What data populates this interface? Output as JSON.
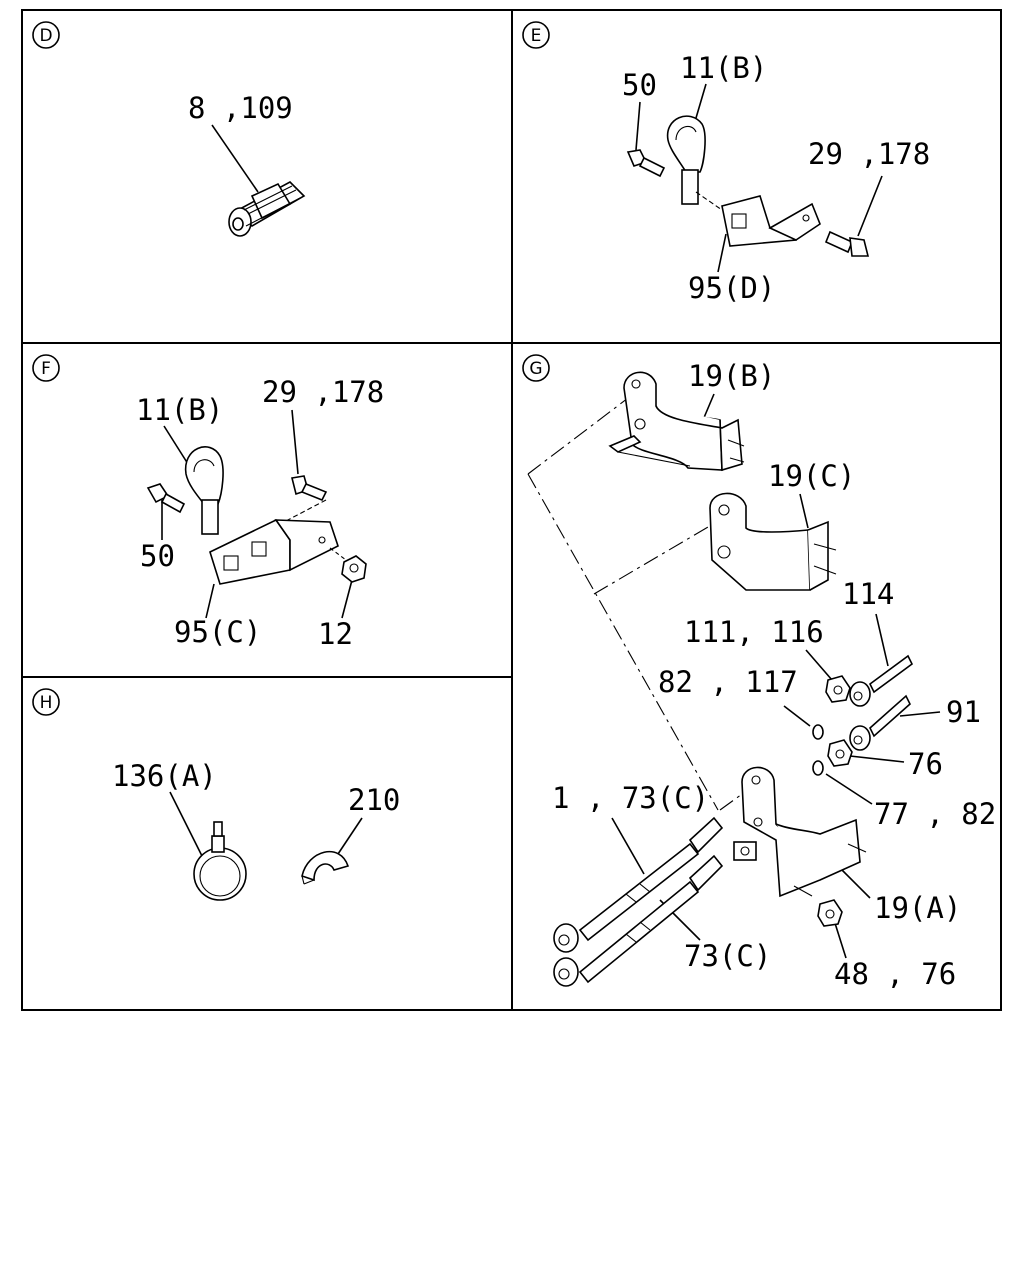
{
  "panels": {
    "D": {
      "marker": "D",
      "labels": {
        "part_8_109": "8 ,109"
      }
    },
    "E": {
      "marker": "E",
      "labels": {
        "part_50": "50",
        "part_11b": "11(B)",
        "part_29_178": "29 ,178",
        "part_95d": "95(D)"
      }
    },
    "F": {
      "marker": "F",
      "labels": {
        "part_11b": "11(B)",
        "part_29_178": "29 ,178",
        "part_50": "50",
        "part_95c": "95(C)",
        "part_12": "12"
      }
    },
    "G": {
      "marker": "G",
      "labels": {
        "part_19b": "19(B)",
        "part_19c": "19(C)",
        "part_114": "114",
        "part_111_116": "111, 116",
        "part_82_117": "82 , 117",
        "part_91": "91",
        "part_76": "76",
        "part_77_82": "77 , 82",
        "part_1_73c": "1 , 73(C)",
        "part_19a": "19(A)",
        "part_73c": "73(C)",
        "part_48_76": "48 , 76"
      }
    },
    "H": {
      "marker": "H",
      "labels": {
        "part_136a": "136(A)",
        "part_210": "210"
      }
    }
  }
}
